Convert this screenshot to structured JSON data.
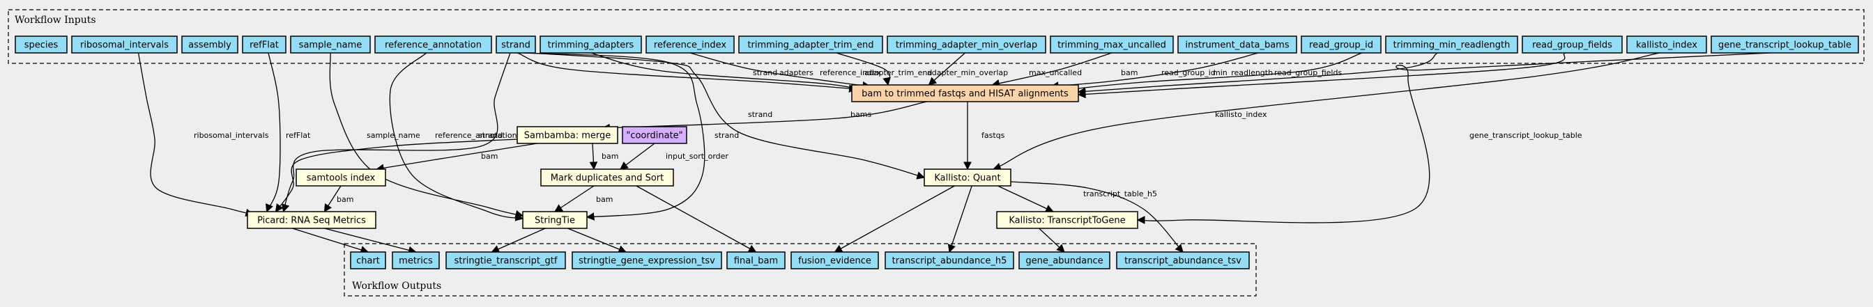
{
  "inputs_label": "Workflow Inputs",
  "outputs_label": "Workflow Outputs",
  "colors": {
    "io": "#94ddf4",
    "step": "#ffffe0",
    "main_step": "#fad3a8",
    "constant": "#d5aefc",
    "background": "#eeeeee"
  },
  "inputs": [
    {
      "id": "species",
      "label": "species"
    },
    {
      "id": "ribosomal_intervals",
      "label": "ribosomal_intervals"
    },
    {
      "id": "assembly",
      "label": "assembly"
    },
    {
      "id": "refFlat",
      "label": "refFlat"
    },
    {
      "id": "sample_name",
      "label": "sample_name"
    },
    {
      "id": "reference_annotation",
      "label": "reference_annotation"
    },
    {
      "id": "strand",
      "label": "strand"
    },
    {
      "id": "trimming_adapters",
      "label": "trimming_adapters"
    },
    {
      "id": "reference_index",
      "label": "reference_index"
    },
    {
      "id": "trimming_adapter_trim_end",
      "label": "trimming_adapter_trim_end"
    },
    {
      "id": "trimming_adapter_min_overlap",
      "label": "trimming_adapter_min_overlap"
    },
    {
      "id": "trimming_max_uncalled",
      "label": "trimming_max_uncalled"
    },
    {
      "id": "instrument_data_bams",
      "label": "instrument_data_bams"
    },
    {
      "id": "read_group_id",
      "label": "read_group_id"
    },
    {
      "id": "trimming_min_readlength",
      "label": "trimming_min_readlength"
    },
    {
      "id": "read_group_fields",
      "label": "read_group_fields"
    },
    {
      "id": "kallisto_index",
      "label": "kallisto_index"
    },
    {
      "id": "gene_transcript_lookup_table",
      "label": "gene_transcript_lookup_table"
    }
  ],
  "steps": [
    {
      "id": "bam_to_trimmed",
      "label": "bam to trimmed fastqs and HISAT alignments",
      "kind": "main"
    },
    {
      "id": "sambamba_merge",
      "label": "Sambamba: merge",
      "kind": "step"
    },
    {
      "id": "coordinate",
      "label": "\"coordinate\"",
      "kind": "constant"
    },
    {
      "id": "samtools_index",
      "label": "samtools index",
      "kind": "step"
    },
    {
      "id": "mark_duplicates",
      "label": "Mark duplicates and Sort",
      "kind": "step"
    },
    {
      "id": "kallisto_quant",
      "label": "Kallisto: Quant",
      "kind": "step"
    },
    {
      "id": "kallisto_t2g",
      "label": "Kallisto: TranscriptToGene",
      "kind": "step"
    },
    {
      "id": "picard_rnaseq",
      "label": "Picard: RNA Seq Metrics",
      "kind": "step"
    },
    {
      "id": "stringtie",
      "label": "StringTie",
      "kind": "step"
    }
  ],
  "outputs": [
    {
      "id": "chart",
      "label": "chart"
    },
    {
      "id": "metrics",
      "label": "metrics"
    },
    {
      "id": "stringtie_transcript_gtf",
      "label": "stringtie_transcript_gtf"
    },
    {
      "id": "stringtie_gene_expression_tsv",
      "label": "stringtie_gene_expression_tsv"
    },
    {
      "id": "final_bam",
      "label": "final_bam"
    },
    {
      "id": "fusion_evidence",
      "label": "fusion_evidence"
    },
    {
      "id": "transcript_abundance_h5",
      "label": "transcript_abundance_h5"
    },
    {
      "id": "gene_abundance",
      "label": "gene_abundance"
    },
    {
      "id": "transcript_abundance_tsv",
      "label": "transcript_abundance_tsv"
    }
  ],
  "edges": [
    {
      "from": "strand",
      "to": "bam_to_trimmed",
      "label": "strand"
    },
    {
      "from": "trimming_adapters",
      "to": "bam_to_trimmed",
      "label": "adapters"
    },
    {
      "from": "reference_index",
      "to": "bam_to_trimmed",
      "label": "reference_index"
    },
    {
      "from": "trimming_adapter_trim_end",
      "to": "bam_to_trimmed",
      "label": "adapter_trim_end"
    },
    {
      "from": "trimming_adapter_min_overlap",
      "to": "bam_to_trimmed",
      "label": "adapter_min_overlap"
    },
    {
      "from": "trimming_max_uncalled",
      "to": "bam_to_trimmed",
      "label": "max_uncalled"
    },
    {
      "from": "instrument_data_bams",
      "to": "bam_to_trimmed",
      "label": "bam"
    },
    {
      "from": "read_group_id",
      "to": "bam_to_trimmed",
      "label": "read_group_id"
    },
    {
      "from": "trimming_min_readlength",
      "to": "bam_to_trimmed",
      "label": "min_readlength"
    },
    {
      "from": "read_group_fields",
      "to": "bam_to_trimmed",
      "label": "read_group_fields"
    },
    {
      "from": "bam_to_trimmed",
      "to": "sambamba_merge",
      "label": "bams"
    },
    {
      "from": "bam_to_trimmed",
      "to": "kallisto_quant",
      "label": "fastqs"
    },
    {
      "from": "kallisto_index",
      "to": "kallisto_quant",
      "label": "kallisto_index"
    },
    {
      "from": "strand",
      "to": "kallisto_quant",
      "label": "strand"
    },
    {
      "from": "sambamba_merge",
      "to": "samtools_index",
      "label": "bam"
    },
    {
      "from": "sambamba_merge",
      "to": "mark_duplicates",
      "label": "bam"
    },
    {
      "from": "coordinate",
      "to": "mark_duplicates",
      "label": "input_sort_order"
    },
    {
      "from": "samtools_index",
      "to": "picard_rnaseq",
      "label": "bam"
    },
    {
      "from": "ribosomal_intervals",
      "to": "picard_rnaseq",
      "label": "ribosomal_intervals"
    },
    {
      "from": "refFlat",
      "to": "picard_rnaseq",
      "label": "refFlat"
    },
    {
      "from": "strand",
      "to": "picard_rnaseq",
      "label": "strand"
    },
    {
      "from": "sambamba_merge",
      "to": "picard_rnaseq",
      "label": ""
    },
    {
      "from": "mark_duplicates",
      "to": "stringtie",
      "label": "bam"
    },
    {
      "from": "sample_name",
      "to": "stringtie",
      "label": "sample_name"
    },
    {
      "from": "reference_annotation",
      "to": "stringtie",
      "label": "reference_annotation"
    },
    {
      "from": "strand",
      "to": "stringtie",
      "label": "strand"
    },
    {
      "from": "kallisto_quant",
      "to": "kallisto_t2g",
      "label": "transcript_table_h5"
    },
    {
      "from": "gene_transcript_lookup_table",
      "to": "kallisto_t2g",
      "label": "gene_transcript_lookup_table"
    },
    {
      "from": "picard_rnaseq",
      "to": "chart",
      "label": ""
    },
    {
      "from": "picard_rnaseq",
      "to": "metrics",
      "label": ""
    },
    {
      "from": "stringtie",
      "to": "stringtie_transcript_gtf",
      "label": ""
    },
    {
      "from": "stringtie",
      "to": "stringtie_gene_expression_tsv",
      "label": ""
    },
    {
      "from": "mark_duplicates",
      "to": "final_bam",
      "label": ""
    },
    {
      "from": "kallisto_quant",
      "to": "fusion_evidence",
      "label": ""
    },
    {
      "from": "kallisto_quant",
      "to": "transcript_abundance_h5",
      "label": ""
    },
    {
      "from": "kallisto_t2g",
      "to": "gene_abundance",
      "label": ""
    },
    {
      "from": "kallisto_quant",
      "to": "transcript_abundance_tsv",
      "label": ""
    }
  ]
}
